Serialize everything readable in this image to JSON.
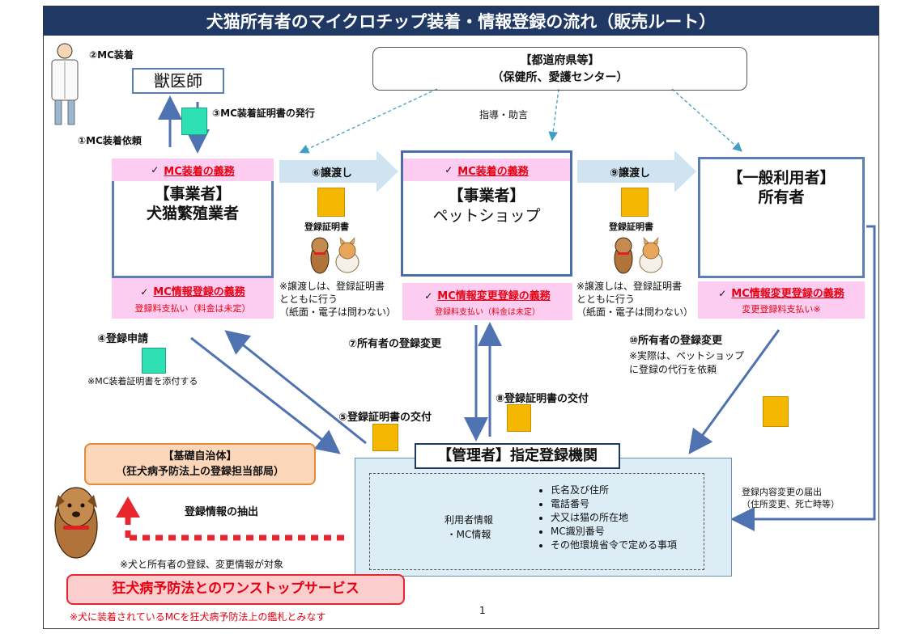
{
  "title": "犬猫所有者のマイクロチップ装着・情報登録の流れ（販売ルート）",
  "vet": {
    "step": "②MC装着",
    "label": "獣医師"
  },
  "step1": "①MC装着依頼",
  "step3": "③MC装着証明書の発行",
  "prefecture": {
    "line1": "【都道府県等】",
    "line2": "（保健所、愛護センター）"
  },
  "guidance": "指導・助言",
  "breeder": {
    "duty_top": "MC装着の義務",
    "line1": "【事業者】",
    "line2": "犬猫繁殖業者",
    "duty_bottom": "MC情報登録の義務",
    "fee": "登録料支払い（料金は未定）"
  },
  "transfer6": "⑥譲渡し",
  "transfer9": "⑨譲渡し",
  "cert_label": "登録証明書",
  "transfer_note": [
    "※譲渡しは、登録証明書",
    "とともに行う",
    "（紙面・電子は問わない）"
  ],
  "petshop": {
    "duty_top": "MC装着の義務",
    "line1": "【事業者】",
    "line2": "ペットショップ",
    "duty_bottom": "MC情報変更登録の義務",
    "fee": "登録料支払い（料金は未定）"
  },
  "user": {
    "line1": "【一般利用者】",
    "line2": "所有者",
    "duty_bottom": "MC情報変更登録の義務",
    "fee": "変更登録料支払い※"
  },
  "step4": "④登録申請",
  "step4_note": "※MC装着証明書を添付する",
  "step5": "⑤登録証明書の交付",
  "step7": "⑦所有者の登録変更",
  "step8": "⑧登録証明書の交付",
  "step10": "⑩所有者の登録変更",
  "step10_note": [
    "※実際は、ペットショップ",
    "に登録の代行を依頼"
  ],
  "change_notice": [
    "登録内容変更の届出",
    "（住所変更、死亡時等）"
  ],
  "municipality": {
    "line1": "【基礎自治体】",
    "line2": "（狂犬病予防法上の登録担当部局）"
  },
  "extract": "登録情報の抽出",
  "extract_note": "※犬と所有者の登録、変更情報が対象",
  "onestop": "狂犬病予防法とのワンストップサービス",
  "onestop_note": "※犬に装着されているMCを狂犬病予防法上の鑑札とみなす",
  "registry": {
    "title": "【管理者】指定登録機関",
    "db_line1": "利用者情報",
    "db_line2": "・MC情報",
    "items": [
      "氏名及び住所",
      "電話番号",
      "犬又は猫の所在地",
      "MC識別番号",
      "その他環境省令で定める事項"
    ]
  },
  "page_number": "1"
}
